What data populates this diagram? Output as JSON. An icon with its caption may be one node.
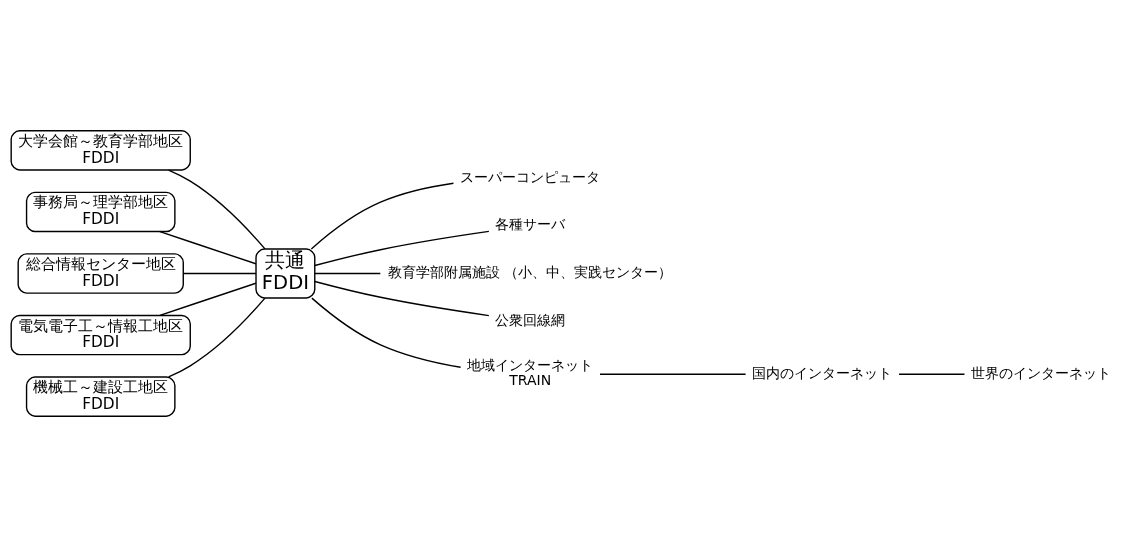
{
  "diagram": {
    "nodes": [
      {
        "text": [
          "大学会館～教育学部地区",
          "FDDI"
        ]
      },
      {
        "text": [
          "事務局～理学部地区",
          "FDDI"
        ]
      },
      {
        "text": [
          "総合情報センター地区",
          "FDDI"
        ]
      },
      {
        "text": [
          "電気電子工～情報工地区",
          "FDDI"
        ]
      },
      {
        "text": [
          "機械工～建設工地区",
          "FDDI"
        ]
      },
      {
        "text": [
          "共通",
          "FDDI"
        ]
      },
      {
        "text": [
          "スーパーコンピュータ"
        ]
      },
      {
        "text": [
          "各種サーバ"
        ]
      },
      {
        "text": [
          "教育学部附属施設 （小、中、実践センター）"
        ]
      },
      {
        "text": [
          "公衆回線網"
        ]
      },
      {
        "text": [
          "地域インターネット",
          "TRAIN"
        ]
      },
      {
        "text": [
          "国内のインターネット"
        ]
      },
      {
        "text": [
          "世界のインターネット"
        ]
      }
    ],
    "edges": [
      {
        "from": 0,
        "to": 5,
        "arrow": "none"
      },
      {
        "from": 1,
        "to": 5,
        "arrow": "none"
      },
      {
        "from": 2,
        "to": 5,
        "arrow": "none"
      },
      {
        "from": 3,
        "to": 5,
        "arrow": "none"
      },
      {
        "from": 4,
        "to": 5,
        "arrow": "none"
      },
      {
        "from": 5,
        "to": 6,
        "arrow": "none"
      },
      {
        "from": 5,
        "to": 7,
        "arrow": "none"
      },
      {
        "from": 5,
        "to": 8,
        "arrow": "none"
      },
      {
        "from": 5,
        "to": 9,
        "arrow": "none"
      },
      {
        "from": 5,
        "to": 10,
        "arrow": "none"
      },
      {
        "from": 10,
        "to": 11,
        "arrow": "none"
      },
      {
        "from": 11,
        "to": 12,
        "arrow": "none"
      }
    ]
  }
}
